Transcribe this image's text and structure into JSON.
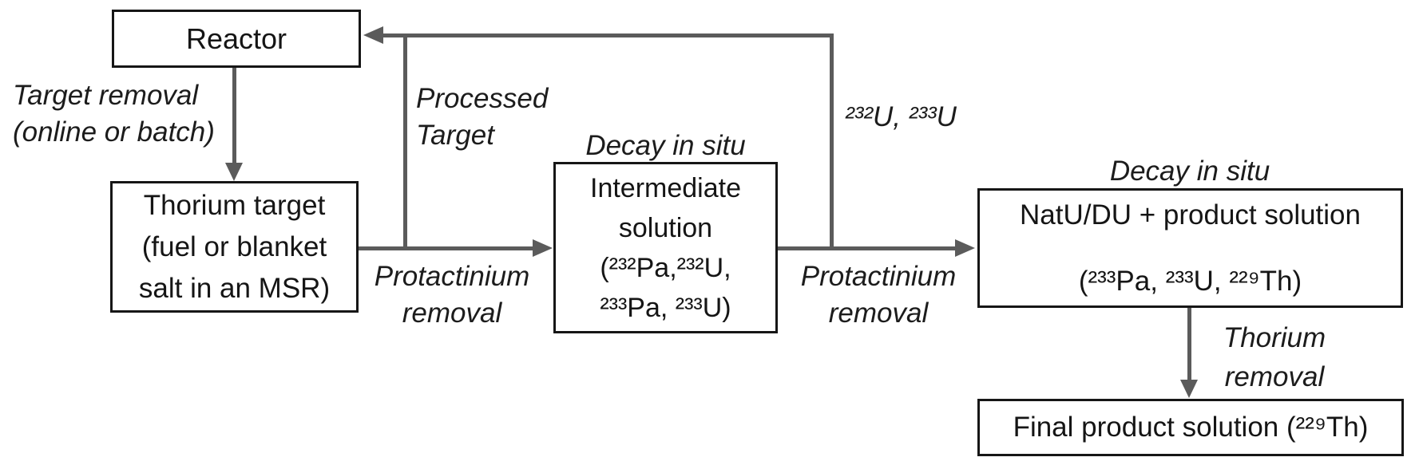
{
  "colors": {
    "background": "#ffffff",
    "box_border": "#161616",
    "text": "#151515",
    "arrow": "#5b5b5b"
  },
  "nodes": {
    "reactor": {
      "label": "Reactor"
    },
    "thorium_target": {
      "text": "Thorium target\n(fuel or blanket\nsalt in an MSR)"
    },
    "intermediate_solution": {
      "decay_label": "Decay in situ",
      "text": "Intermediate\nsolution\n(²³²Pa,²³²U,\n²³³Pa, ²³³U)"
    },
    "natu_solution": {
      "decay_label": "Decay in situ",
      "line1": "NatU/DU + product solution",
      "line2": "(²³³Pa, ²³³U, ²²⁹Th)"
    },
    "final_product": {
      "label": "Final product solution (²²⁹Th)"
    }
  },
  "edge_labels": {
    "target_removal": "Target removal\n(online or batch)",
    "processed_target": "Processed\nTarget",
    "protactinium_removal_1": "Protactinium\nremoval",
    "protactinium_removal_2": "Protactinium\nremoval",
    "uranium_return": "²³²U, ²³³U",
    "thorium_removal": "Thorium\nremoval"
  }
}
